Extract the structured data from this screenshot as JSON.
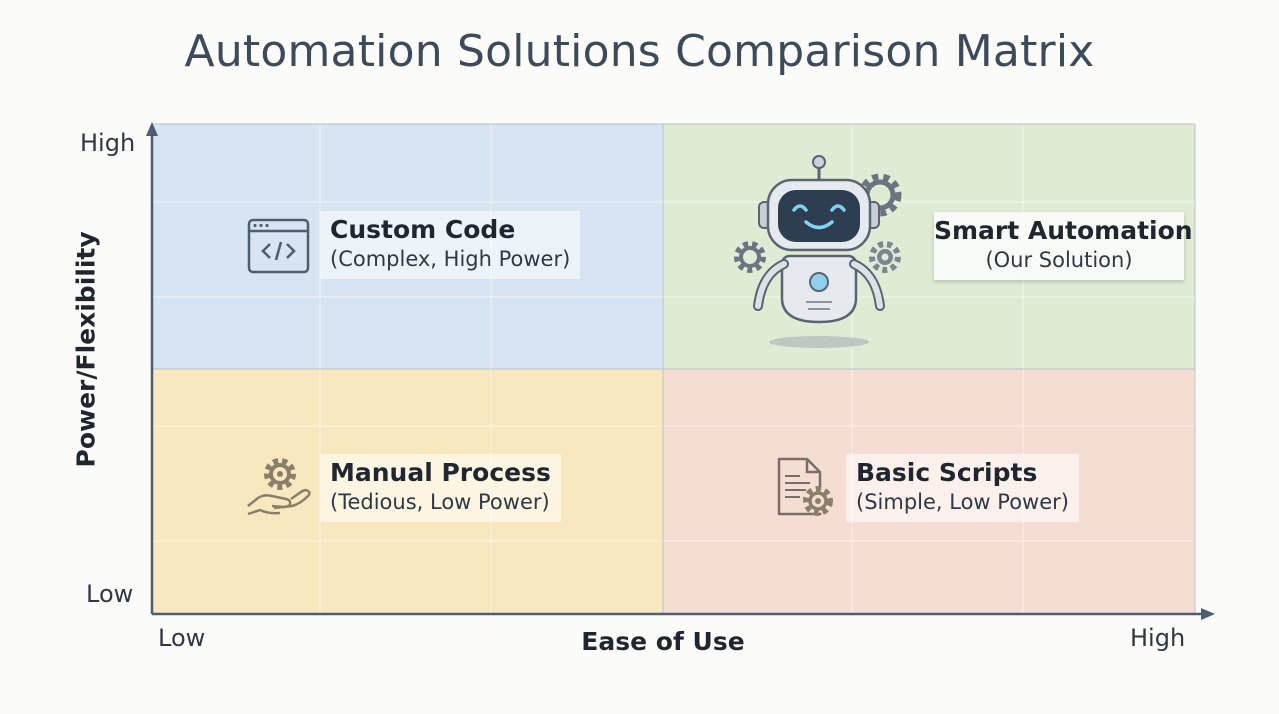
{
  "title": "Automation Solutions Comparison Matrix",
  "axes": {
    "x_title": "Ease of Use",
    "y_title": "Power/Flexibility",
    "x_low": "Low",
    "x_high": "High",
    "y_low": "Low",
    "y_high": "High"
  },
  "quadrants": {
    "top_left": {
      "name": "Custom Code",
      "desc": "(Complex, High Power)",
      "icon": "code-window-icon",
      "color": "#d6e5f1"
    },
    "top_right": {
      "name": "Smart Automation",
      "desc": "(Our Solution)",
      "icon": "robot-icon",
      "color": "#dfebd5"
    },
    "bottom_left": {
      "name": "Manual Process",
      "desc": "(Tedious, Low Power)",
      "icon": "hand-gear-icon",
      "color": "#f8e8bf"
    },
    "bottom_right": {
      "name": "Basic Scripts",
      "desc": "(Simple, Low Power)",
      "icon": "script-document-icon",
      "color": "#f6ddd3"
    }
  }
}
